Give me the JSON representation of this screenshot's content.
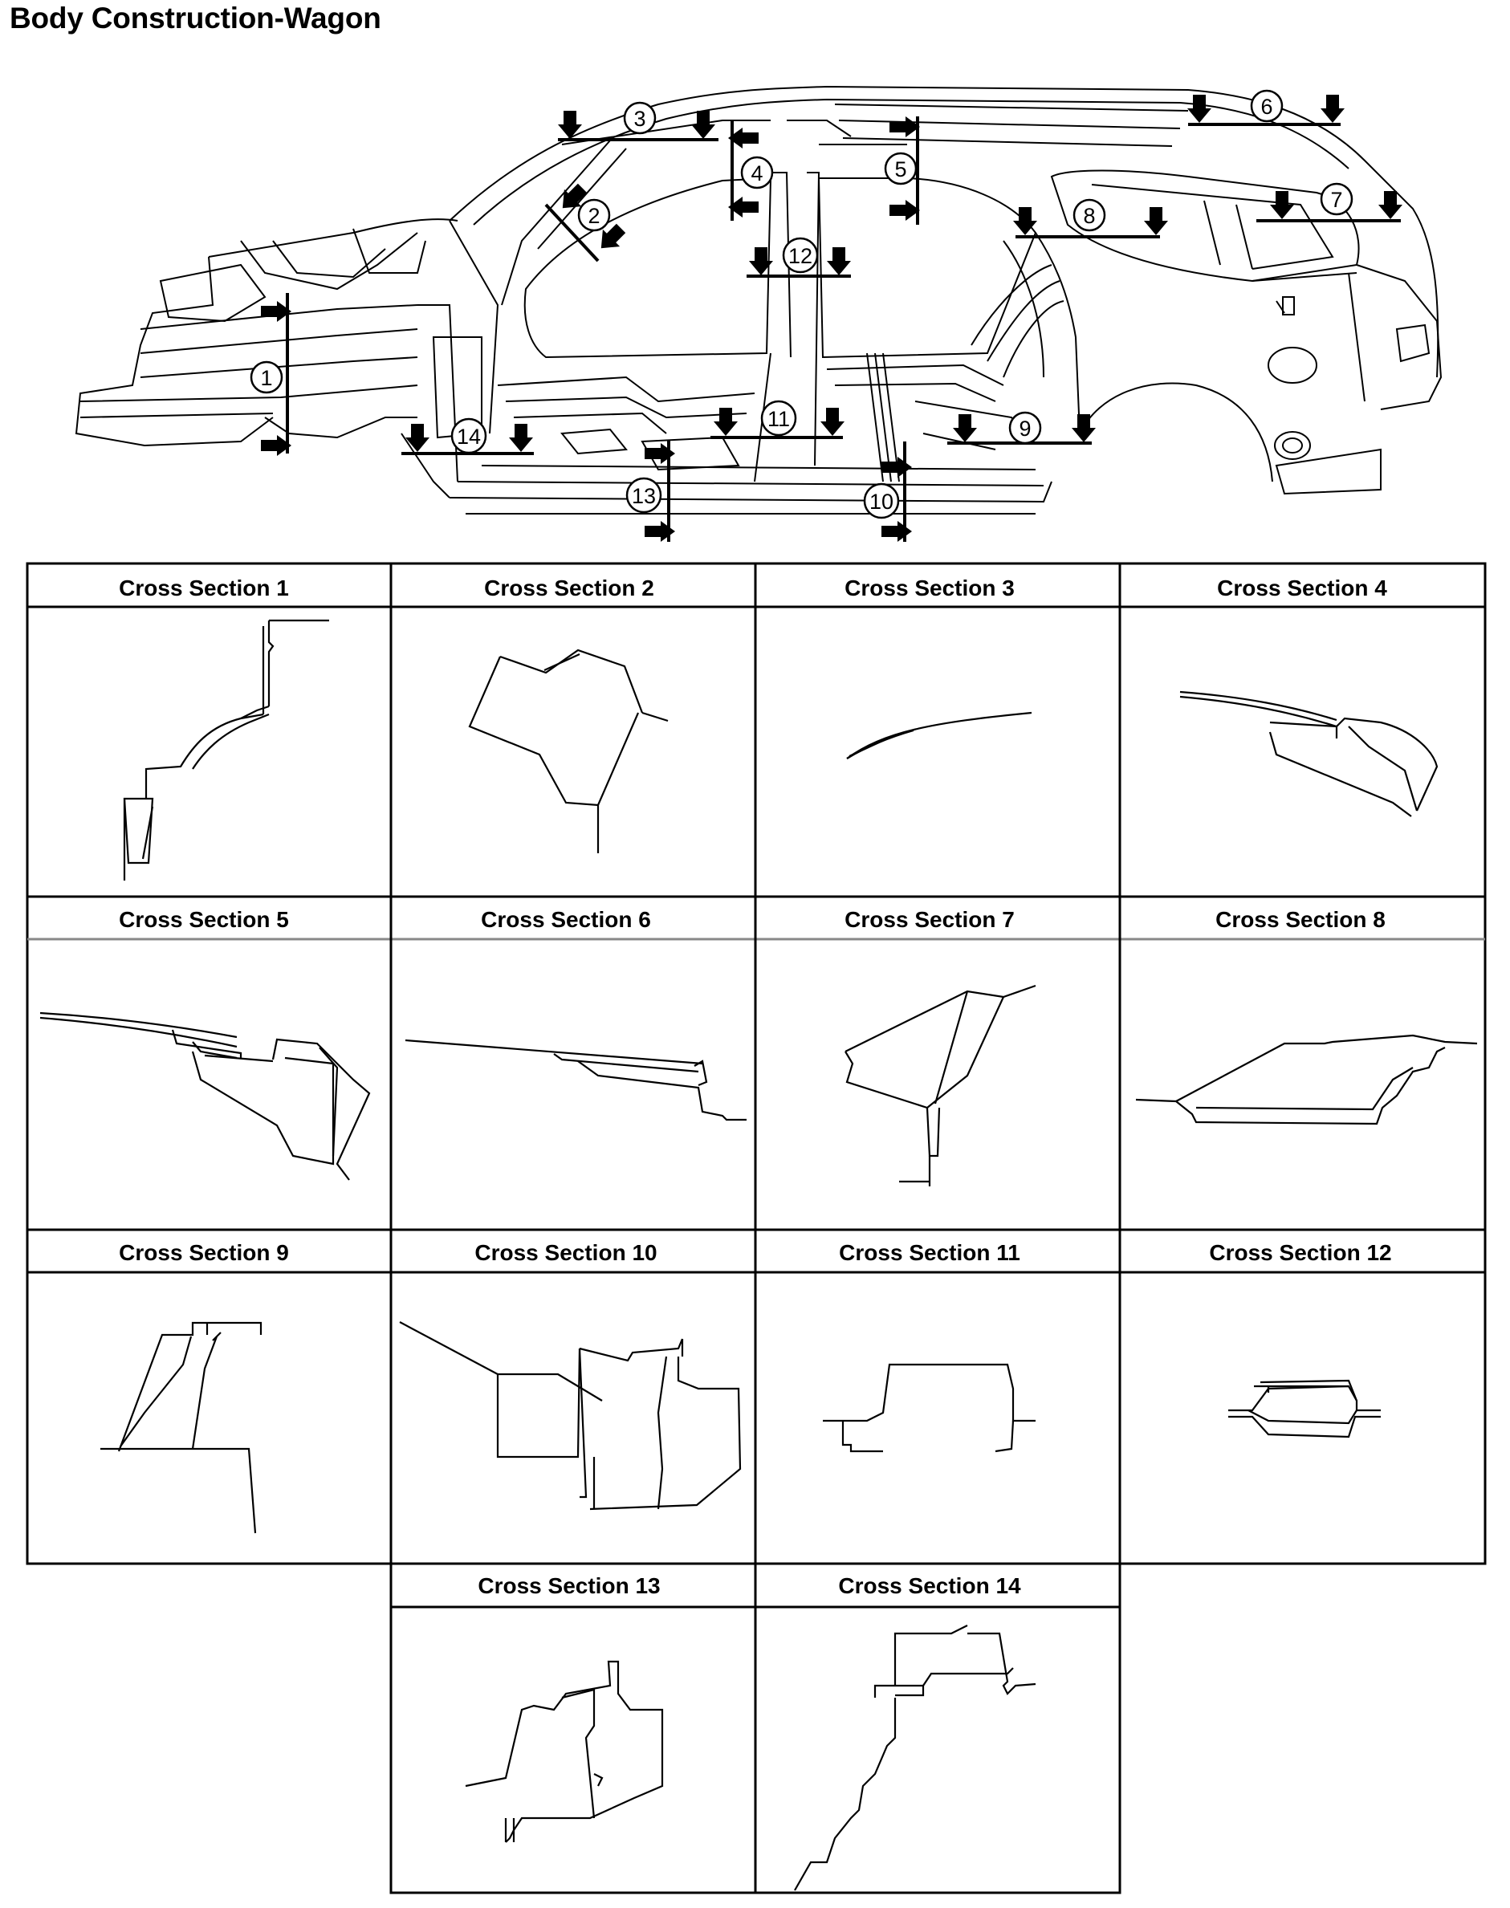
{
  "title": "Body Construction-Wagon",
  "callouts": [
    "1",
    "2",
    "3",
    "4",
    "5",
    "6",
    "7",
    "8",
    "9",
    "10",
    "11",
    "12",
    "13",
    "14"
  ],
  "sections": [
    {
      "label": "Cross Section 1"
    },
    {
      "label": "Cross Section 2"
    },
    {
      "label": "Cross Section 3"
    },
    {
      "label": "Cross Section 4"
    },
    {
      "label": "Cross Section 5"
    },
    {
      "label": "Cross Section 6"
    },
    {
      "label": "Cross Section 7"
    },
    {
      "label": "Cross Section 8"
    },
    {
      "label": "Cross Section 9"
    },
    {
      "label": "Cross Section 10"
    },
    {
      "label": "Cross Section 11"
    },
    {
      "label": "Cross Section 12"
    },
    {
      "label": "Cross Section 13"
    },
    {
      "label": "Cross Section 14"
    }
  ]
}
